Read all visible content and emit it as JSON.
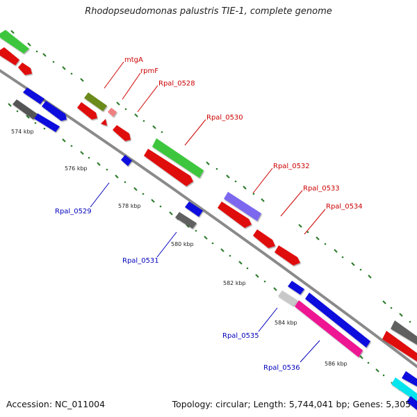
{
  "title": "Rhodopseudomonas palustris TIE-1, complete genome",
  "footer": {
    "accession": "Accession: NC_011004",
    "summary": "Topology: circular; Length: 5,744,041 bp; Genes: 5,305"
  },
  "colors": {
    "backbone": "#8c8c8c",
    "tick": "#2e8b2e",
    "forward_label": "#cc0000",
    "reverse_label": "#0000bb"
  },
  "kbp_ticks": [
    {
      "name": "kbp-574",
      "label": "574 kbp"
    },
    {
      "name": "kbp-576",
      "label": "576 kbp"
    },
    {
      "name": "kbp-578",
      "label": "578 kbp"
    },
    {
      "name": "kbp-580",
      "label": "580 kbp"
    },
    {
      "name": "kbp-582",
      "label": "582 kbp"
    },
    {
      "name": "kbp-584",
      "label": "584 kbp"
    },
    {
      "name": "kbp-586",
      "label": "586 kbp"
    }
  ],
  "gene_labels": [
    {
      "name": "gene-label-mtgA",
      "text": "mtgA",
      "strand": "forward"
    },
    {
      "name": "gene-label-rpmF",
      "text": "rpmF",
      "strand": "forward"
    },
    {
      "name": "gene-label-Rpal_0528",
      "text": "Rpal_0528",
      "strand": "forward"
    },
    {
      "name": "gene-label-Rpal_0530",
      "text": "Rpal_0530",
      "strand": "forward"
    },
    {
      "name": "gene-label-Rpal_0532",
      "text": "Rpal_0532",
      "strand": "forward"
    },
    {
      "name": "gene-label-Rpal_0533",
      "text": "Rpal_0533",
      "strand": "forward"
    },
    {
      "name": "gene-label-Rpal_0534",
      "text": "Rpal_0534",
      "strand": "forward"
    },
    {
      "name": "gene-label-Rpal_0529",
      "text": "Rpal_0529",
      "strand": "reverse"
    },
    {
      "name": "gene-label-Rpal_0531",
      "text": "Rpal_0531",
      "strand": "reverse"
    },
    {
      "name": "gene-label-Rpal_0535",
      "text": "Rpal_0535",
      "strand": "reverse"
    },
    {
      "name": "gene-label-Rpal_0536",
      "text": "Rpal_0536",
      "strand": "reverse"
    }
  ]
}
